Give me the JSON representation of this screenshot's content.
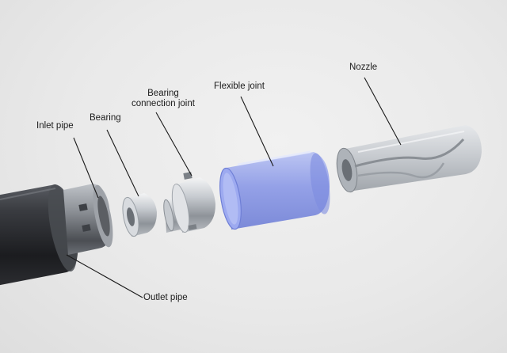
{
  "diagram": {
    "labels": {
      "inlet_pipe": "Inlet pipe",
      "bearing": "Bearing",
      "bearing_connection_joint_line1": "Bearing",
      "bearing_connection_joint_line2": "connection joint",
      "flexible_joint": "Flexible joint",
      "nozzle": "Nozzle",
      "outlet_pipe": "Outlet pipe"
    },
    "colors": {
      "background": "#ebebeb",
      "outlet_pipe": "#2a2a2e",
      "metal": "#c9cdd2",
      "flexible_joint": "#8f9ee8",
      "nozzle": "#c8ccd1",
      "leader_line": "#1a1a1a"
    }
  }
}
